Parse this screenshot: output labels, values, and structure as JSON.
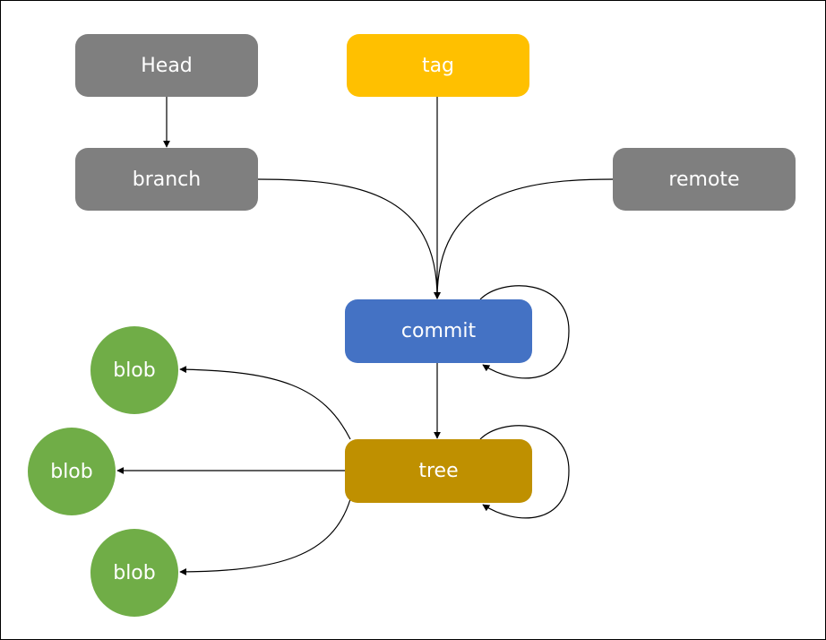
{
  "colors": {
    "gray": "#7f7f7f",
    "tag": "#ffc000",
    "commit": "#4472c4",
    "tree": "#bf9000",
    "blob": "#70ad47",
    "edge": "#000000"
  },
  "nodes": {
    "head": "Head",
    "tag": "tag",
    "branch": "branch",
    "remote": "remote",
    "commit": "commit",
    "tree": "tree",
    "blob1": "blob",
    "blob2": "blob",
    "blob3": "blob"
  },
  "edges": [
    {
      "from": "head",
      "to": "branch"
    },
    {
      "from": "branch",
      "to": "commit"
    },
    {
      "from": "tag",
      "to": "commit"
    },
    {
      "from": "remote",
      "to": "commit"
    },
    {
      "from": "commit",
      "to": "commit"
    },
    {
      "from": "commit",
      "to": "tree"
    },
    {
      "from": "tree",
      "to": "tree"
    },
    {
      "from": "tree",
      "to": "blob1"
    },
    {
      "from": "tree",
      "to": "blob2"
    },
    {
      "from": "tree",
      "to": "blob3"
    }
  ]
}
